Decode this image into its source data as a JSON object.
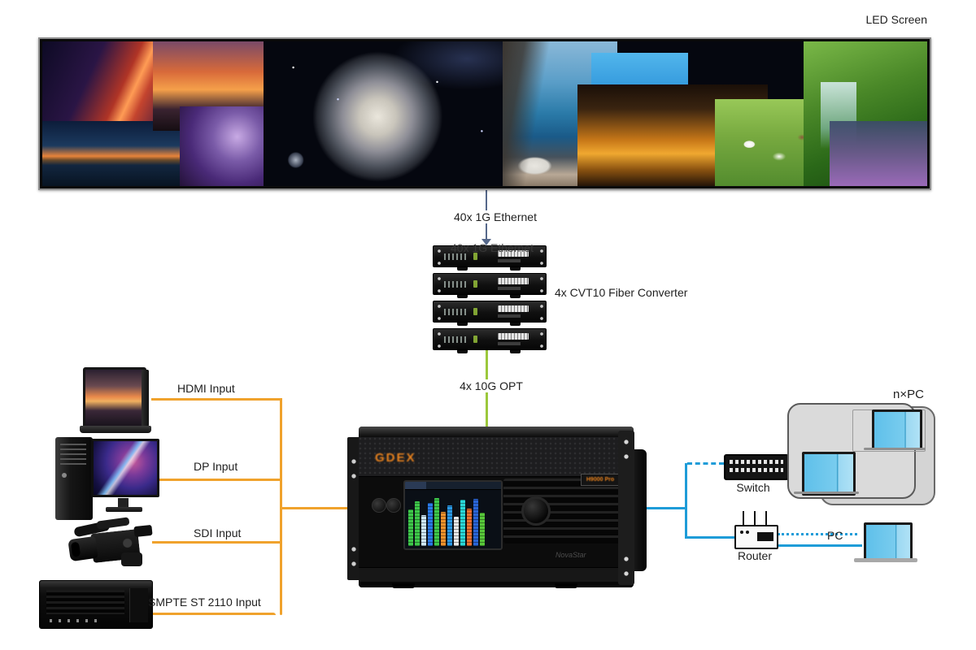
{
  "labels": {
    "led_screen": "LED Screen",
    "ethernet": "40x 1G Ethernet",
    "ethernet_ghost": "40x 1G Ethernet",
    "converter": "4x CVT10 Fiber Converter",
    "opt": "4x 10G OPT",
    "switch": "Switch",
    "router": "Router",
    "pc": "PC",
    "npc": "n×PC"
  },
  "inputs": [
    {
      "label": "HDMI Input",
      "device": "laptop"
    },
    {
      "label": "DP Input",
      "device": "desktop-pc"
    },
    {
      "label": "SDI Input",
      "device": "video-camera"
    },
    {
      "label": "SMPTE ST 2110 Input",
      "device": "rack-encoder"
    }
  ],
  "processor": {
    "logo": "GDEX",
    "badge": "H9000 Pro",
    "brand": "NovaStar"
  },
  "colors": {
    "input": "#F0A22C",
    "net": "#1E9CD8",
    "opt": "#9CC83C",
    "eth": "#56688A",
    "accent": "#E8821E"
  }
}
